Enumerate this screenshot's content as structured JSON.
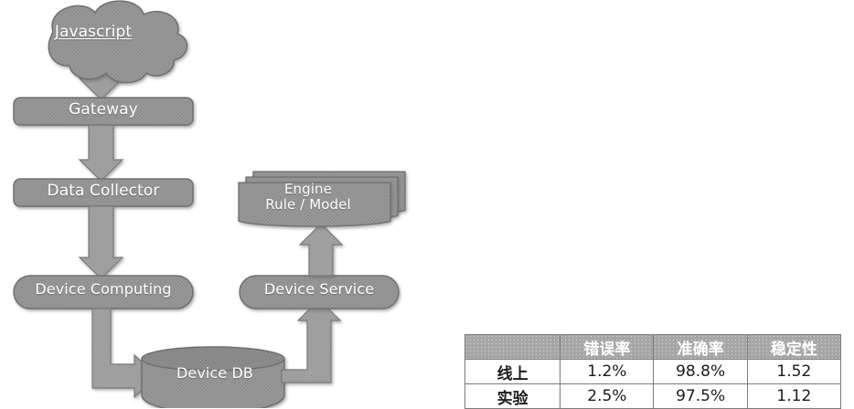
{
  "diagram": {
    "nodes": {
      "javascript": {
        "label": "Javascript",
        "shape": "cloud"
      },
      "gateway": {
        "label": "Gateway",
        "shape": "rounded-rect"
      },
      "data_collector": {
        "label": "Data Collector",
        "shape": "rounded-rect"
      },
      "device_computing": {
        "label": "Device Computing",
        "shape": "pill"
      },
      "device_db": {
        "label": "Device DB",
        "shape": "cylinder"
      },
      "device_service": {
        "label": "Device Service",
        "shape": "pill"
      },
      "engine": {
        "label": "Engine\nRule / Model",
        "shape": "document-stack"
      }
    },
    "edges": [
      {
        "from": "javascript",
        "to": "gateway",
        "style": "block-arrow-down"
      },
      {
        "from": "gateway",
        "to": "data_collector",
        "style": "block-arrow-down"
      },
      {
        "from": "data_collector",
        "to": "device_computing",
        "style": "block-arrow-down"
      },
      {
        "from": "device_computing",
        "to": "device_db",
        "style": "block-arrow-elbow-right"
      },
      {
        "from": "device_db",
        "to": "device_service",
        "style": "block-arrow-elbow-up"
      },
      {
        "from": "device_service",
        "to": "engine",
        "style": "block-arrow-up"
      }
    ],
    "colors": {
      "shape_fill": "#8f8f8f",
      "shape_stroke": "#6e6e6e",
      "arrow_fill": "#9a9a9a",
      "arrow_stroke": "#7a7a7a",
      "label_text": "#ffffff",
      "page_background": "#ffffff"
    }
  },
  "metrics_table": {
    "headers": [
      "",
      "错误率",
      "准确率",
      "稳定性"
    ],
    "rows": [
      {
        "label": "线上",
        "values": [
          "1.2%",
          "98.8%",
          "1.52"
        ]
      },
      {
        "label": "实验",
        "values": [
          "2.5%",
          "97.5%",
          "1.12"
        ]
      }
    ],
    "colors": {
      "header_background": "#a6a6a6",
      "header_text": "#ffffff",
      "border": "#7b7b7b",
      "cell_text": "#1a1a1a"
    }
  }
}
